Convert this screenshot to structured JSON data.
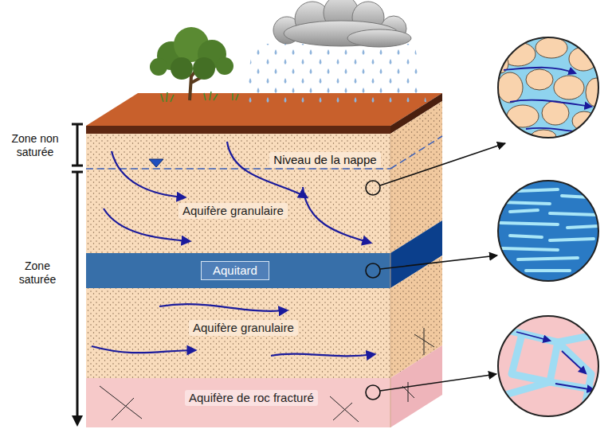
{
  "diagram": {
    "nodes": [
      {
        "text": [
          "Aquifère granulaire"
        ]
      },
      {
        "text": [
          "Aquitard"
        ]
      },
      {
        "text": [
          "Aquifère granulaire"
        ]
      },
      {
        "text": [
          "Aquifère de roc fracturé"
        ]
      }
    ],
    "labels": [
      "Zone non saturée",
      "Niveau de la nappe",
      "Zone saturée"
    ]
  }
}
